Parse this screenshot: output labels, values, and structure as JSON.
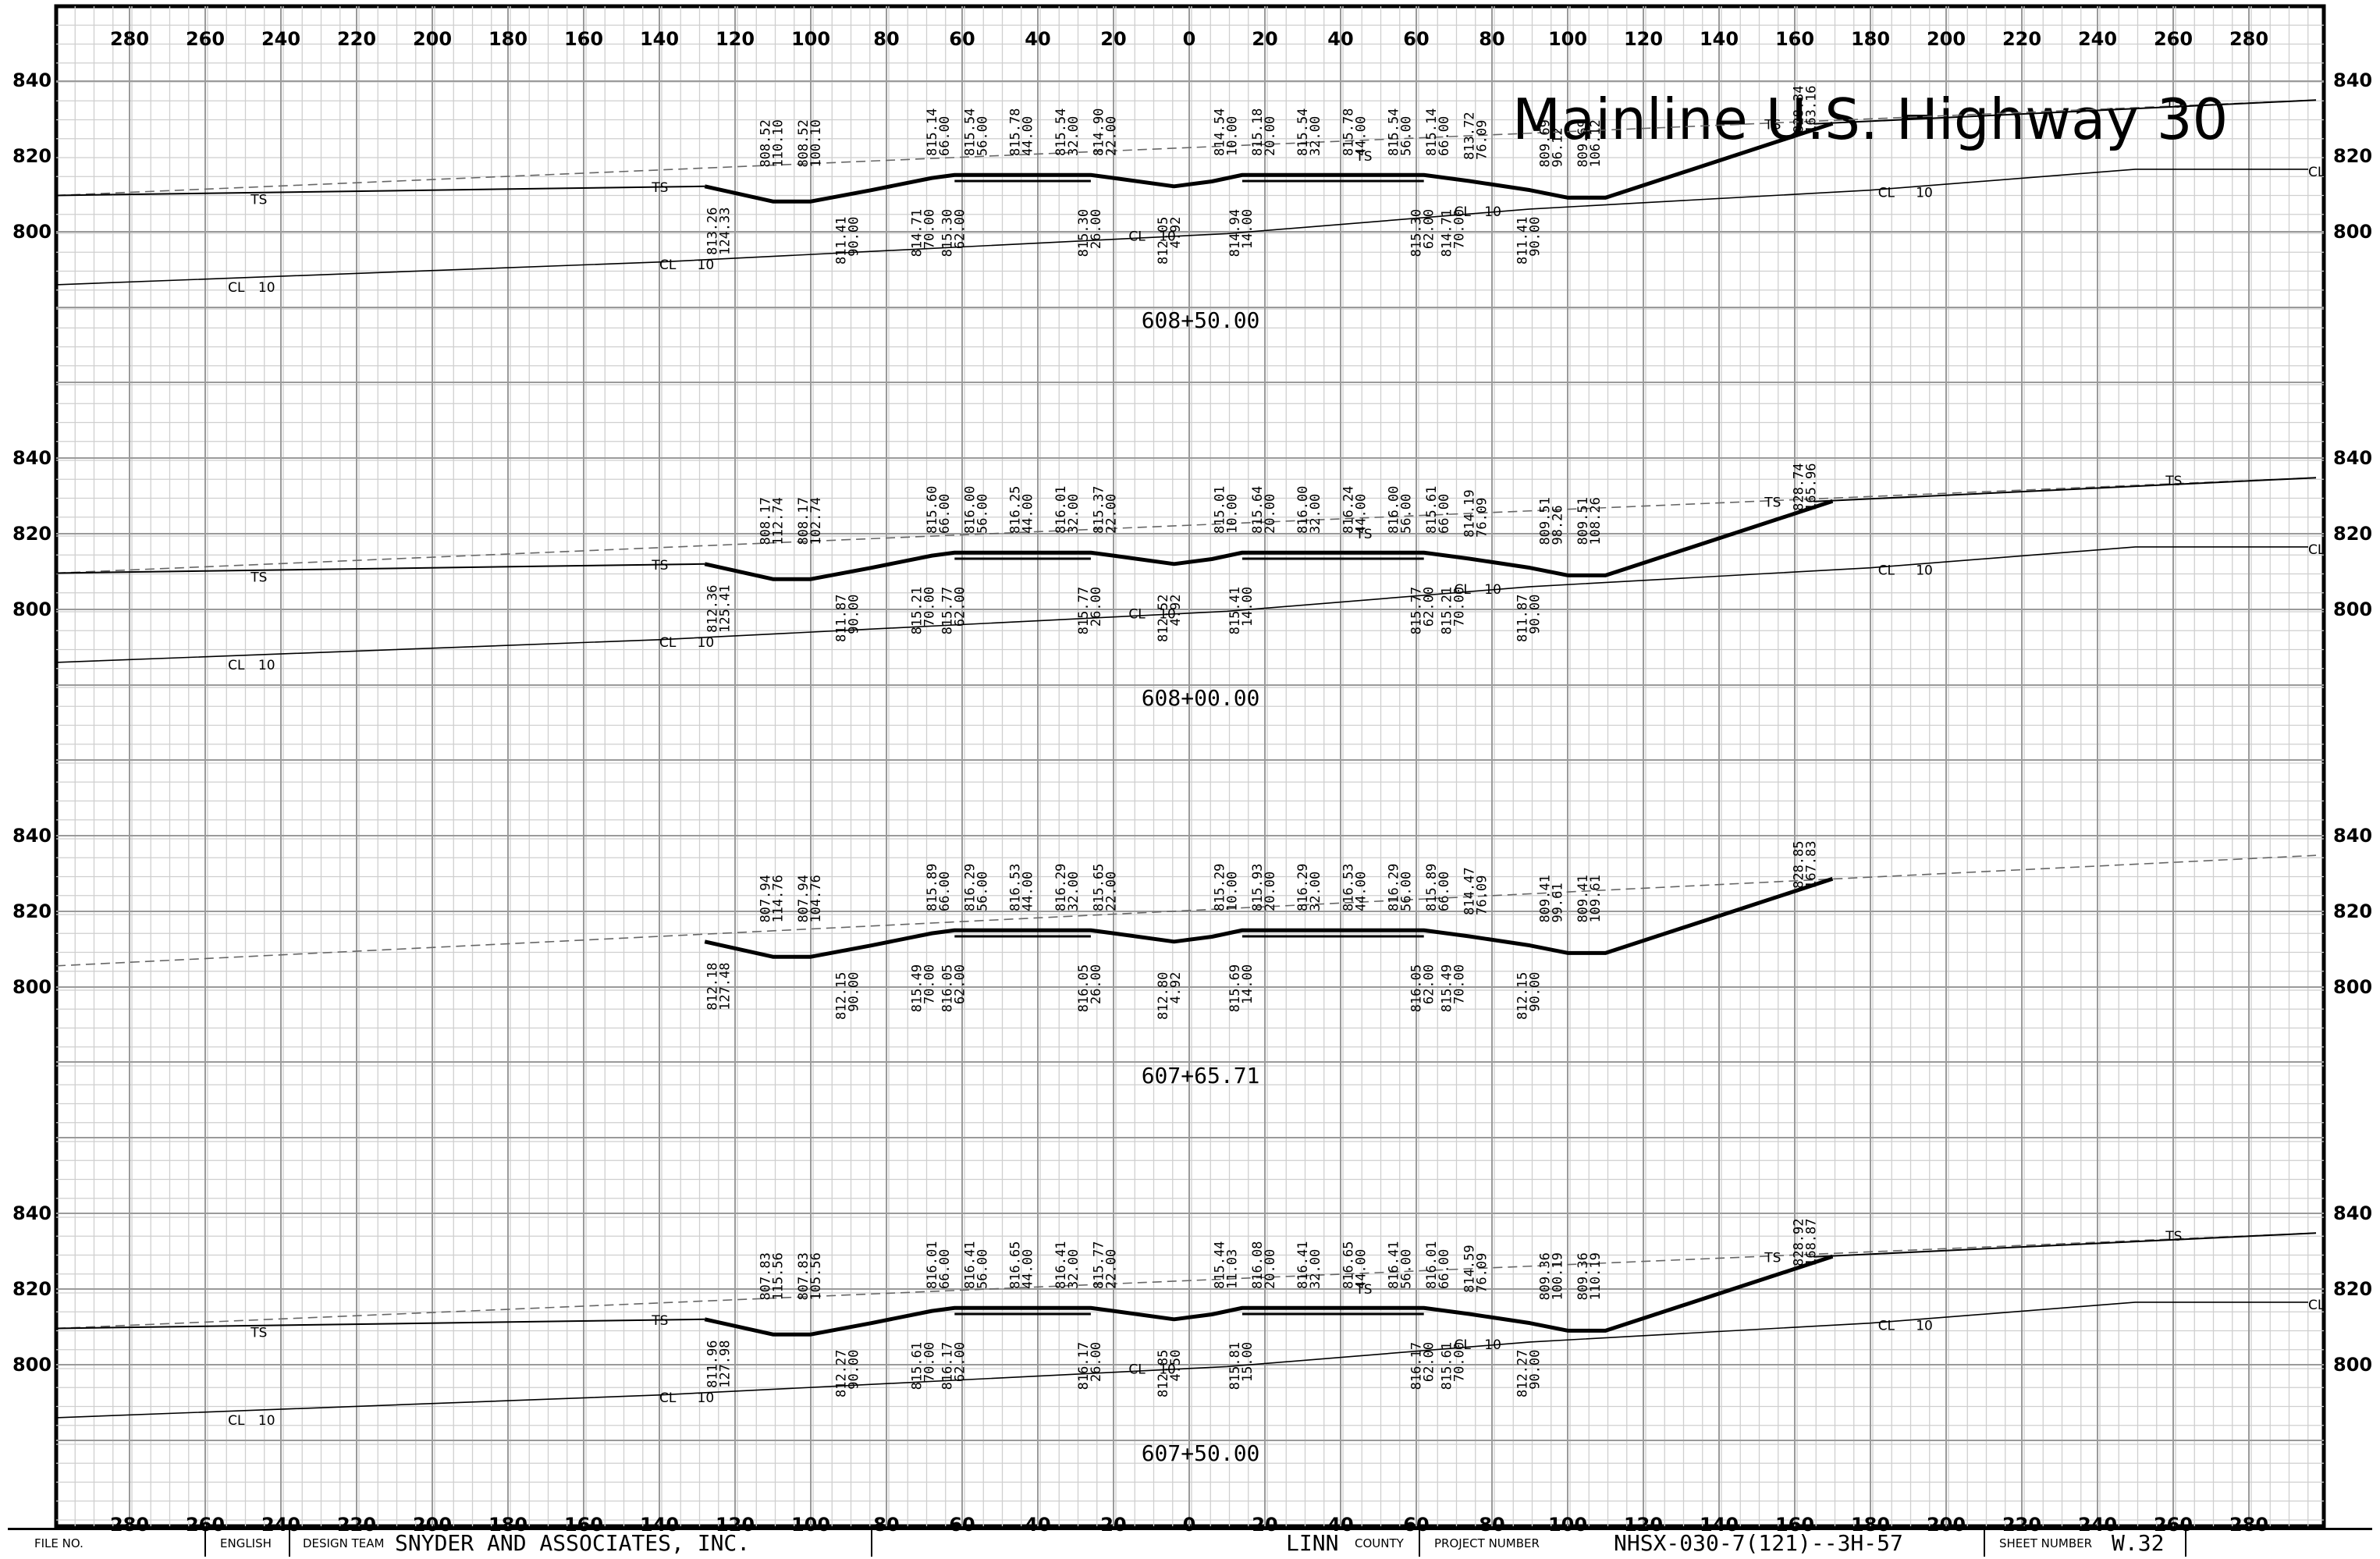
{
  "sheet": {
    "title": "Mainline U.S. Highway 30",
    "x_offsets": [
      "280",
      "260",
      "240",
      "220",
      "200",
      "180",
      "160",
      "140",
      "120",
      "100",
      "80",
      "60",
      "40",
      "20",
      "0",
      "20",
      "40",
      "60",
      "80",
      "100",
      "120",
      "140",
      "160",
      "180",
      "200",
      "220",
      "240",
      "260",
      "280"
    ],
    "elevations": [
      "840",
      "820",
      "800"
    ]
  },
  "labels": {
    "ts": "TS",
    "cl": "CL",
    "ten": "10"
  },
  "sections": [
    {
      "station": "608+50.00",
      "elevations": [
        "808.52",
        "808.52",
        "815.14",
        "815.54",
        "815.78",
        "815.54",
        "814.90",
        "814.54",
        "815.18",
        "815.54",
        "815.78",
        "815.54",
        "815.14",
        "813.72",
        "809.69",
        "809.69",
        "828.34",
        "813.26",
        "811.41",
        "814.71",
        "815.30",
        "815.30",
        "812.05",
        "814.94",
        "815.30",
        "814.71",
        "811.41"
      ],
      "offsets": [
        "110.10",
        "100.10",
        "66.00",
        "56.00",
        "44.00",
        "32.00",
        "22.00",
        "10.00",
        "20.00",
        "32.00",
        "44.00",
        "56.00",
        "66.00",
        "76.09",
        "96.12",
        "106.12",
        "163.16",
        "124.33",
        "90.00",
        "70.00",
        "62.00",
        "26.00",
        "4.92",
        "14.00",
        "62.00",
        "70.00",
        "90.00"
      ]
    },
    {
      "station": "608+00.00",
      "elevations": [
        "808.17",
        "808.17",
        "815.60",
        "816.00",
        "816.25",
        "816.01",
        "815.37",
        "815.01",
        "815.64",
        "816.00",
        "816.24",
        "816.00",
        "815.61",
        "814.19",
        "809.51",
        "809.51",
        "828.74",
        "812.36",
        "811.87",
        "815.21",
        "815.77",
        "815.77",
        "812.52",
        "815.41",
        "815.77",
        "815.21",
        "811.87"
      ],
      "offsets": [
        "112.74",
        "102.74",
        "66.00",
        "56.00",
        "44.00",
        "32.00",
        "22.00",
        "10.00",
        "20.00",
        "32.00",
        "44.00",
        "56.00",
        "66.00",
        "76.09",
        "98.26",
        "108.26",
        "165.96",
        "125.41",
        "90.00",
        "70.00",
        "62.00",
        "26.00",
        "4.92",
        "14.00",
        "62.00",
        "70.00",
        "90.00"
      ]
    },
    {
      "station": "607+65.71",
      "elevations": [
        "807.94",
        "807.94",
        "815.89",
        "816.29",
        "816.53",
        "816.29",
        "815.65",
        "815.29",
        "815.93",
        "816.29",
        "816.53",
        "816.29",
        "815.89",
        "814.47",
        "809.41",
        "809.41",
        "828.85",
        "812.18",
        "812.15",
        "815.49",
        "816.05",
        "816.05",
        "812.80",
        "815.69",
        "816.05",
        "815.49",
        "812.15"
      ],
      "offsets": [
        "114.76",
        "104.76",
        "66.00",
        "56.00",
        "44.00",
        "32.00",
        "22.00",
        "10.00",
        "20.00",
        "32.00",
        "44.00",
        "56.00",
        "66.00",
        "76.09",
        "99.61",
        "109.61",
        "167.83",
        "127.48",
        "90.00",
        "70.00",
        "62.00",
        "26.00",
        "4.92",
        "14.00",
        "62.00",
        "70.00",
        "90.00"
      ]
    },
    {
      "station": "607+50.00",
      "elevations": [
        "807.83",
        "807.83",
        "816.01",
        "816.41",
        "816.65",
        "816.41",
        "815.77",
        "815.44",
        "816.08",
        "816.41",
        "816.65",
        "816.41",
        "816.01",
        "814.59",
        "809.36",
        "809.36",
        "828.92",
        "811.96",
        "812.27",
        "815.61",
        "816.17",
        "816.17",
        "812.85",
        "815.81",
        "816.17",
        "815.61",
        "812.27"
      ],
      "offsets": [
        "115.56",
        "105.56",
        "66.00",
        "56.00",
        "44.00",
        "32.00",
        "22.00",
        "11.03",
        "20.00",
        "32.00",
        "44.00",
        "56.00",
        "66.00",
        "76.09",
        "100.19",
        "110.19",
        "168.87",
        "127.98",
        "90.00",
        "70.00",
        "62.00",
        "26.00",
        "4.50",
        "15.00",
        "62.00",
        "70.00",
        "90.00"
      ]
    }
  ],
  "title_block": {
    "file_no_label": "FILE NO.",
    "units": "ENGLISH",
    "design_team_label": "DESIGN TEAM",
    "design_team": "SNYDER AND ASSOCIATES, INC.",
    "county": "LINN",
    "county_label": "COUNTY",
    "project_number_label": "PROJECT NUMBER",
    "project_number": "NHSX-030-7(121)--3H-57",
    "sheet_number_label": "SHEET NUMBER",
    "sheet_number": "W.32"
  }
}
